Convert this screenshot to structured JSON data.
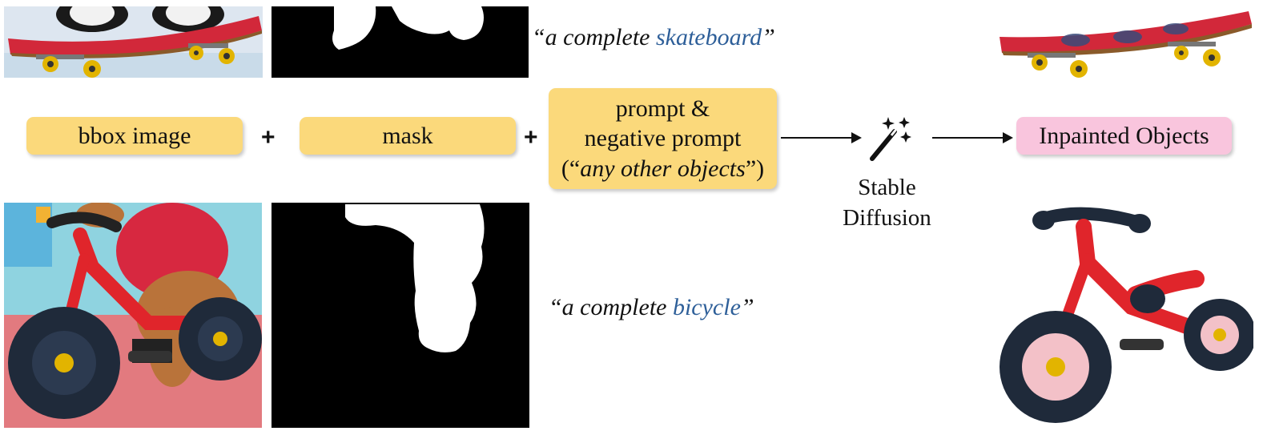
{
  "top_row": {
    "caption_open": "“a complete ",
    "object": "skateboard",
    "caption_close": "”"
  },
  "bottom_row": {
    "caption_open": "“a complete ",
    "object": "bicycle",
    "caption_close": "”"
  },
  "inputs": {
    "bbox_label": "bbox image",
    "plus_1": "+",
    "mask_label": "mask",
    "plus_2": "+",
    "prompt_line1": "prompt &",
    "prompt_line2": "negative prompt",
    "neg_open": "(“",
    "neg_text": "any other objects",
    "neg_close": "”)"
  },
  "model": {
    "label_line1": "Stable",
    "label_line2": "Diffusion",
    "icon": "magic-wand-icon"
  },
  "output": {
    "label": "Inpainted Objects"
  },
  "colors": {
    "input_box": "#fbd97b",
    "output_box": "#f9c5dd",
    "object_word": "#2e5f99",
    "skateboard_deck": "#d2283a",
    "bicycle_frame": "#e0252b",
    "tire": "#1f2a3a"
  }
}
